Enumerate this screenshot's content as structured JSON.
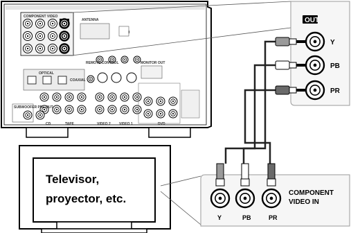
{
  "receiver": {
    "component_video_label": "COMPONENT VIDEO",
    "antenna_label": "ANTENNA",
    "monitor_out_label": "MONITOR OUT",
    "cd_label": "CD",
    "tape_label": "TAPE",
    "video2_label": "VIDEO 2",
    "video1_label": "VIDEO 1",
    "dvd_label": "DVD",
    "subwoofer_label": "SUBWOOFER PRE OUT",
    "optical_label": "OPTICAL",
    "coaxial_label": "COAXIAL",
    "remote_label": "REMOTE CONTROL",
    "out_badge": "OUT"
  },
  "out_panel": {
    "badge": "OUT",
    "jacks": [
      "Y",
      "PB",
      "PR"
    ]
  },
  "tv": {
    "line1": "Televisor,",
    "line2": "proyector, etc."
  },
  "input_panel": {
    "plugs": [
      "Y",
      "PB",
      "PR"
    ],
    "title_line1": "COMPONENT",
    "title_line2": "VIDEO  IN"
  }
}
